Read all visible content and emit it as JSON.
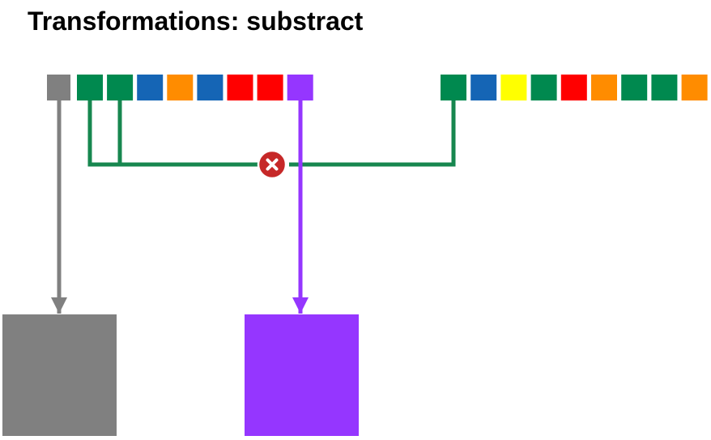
{
  "title": "Transformations: substract",
  "colors": {
    "gray": "#808080",
    "green": "#00894f",
    "blue": "#1565b5",
    "orange": "#ff8c00",
    "red": "#ff0000",
    "purple": "#9536ff",
    "yellow": "#ffff00",
    "connector_green": "#17874f",
    "cross_badge": "#c62828"
  },
  "source_collection": [
    "gray",
    "green",
    "green",
    "blue",
    "orange",
    "blue",
    "red",
    "red",
    "purple"
  ],
  "removal_collection": [
    "green",
    "blue",
    "yellow",
    "green",
    "red",
    "orange",
    "green",
    "green",
    "orange"
  ],
  "result_items": [
    "gray",
    "purple"
  ],
  "removed_color": "green",
  "remove_icon": "close-icon"
}
